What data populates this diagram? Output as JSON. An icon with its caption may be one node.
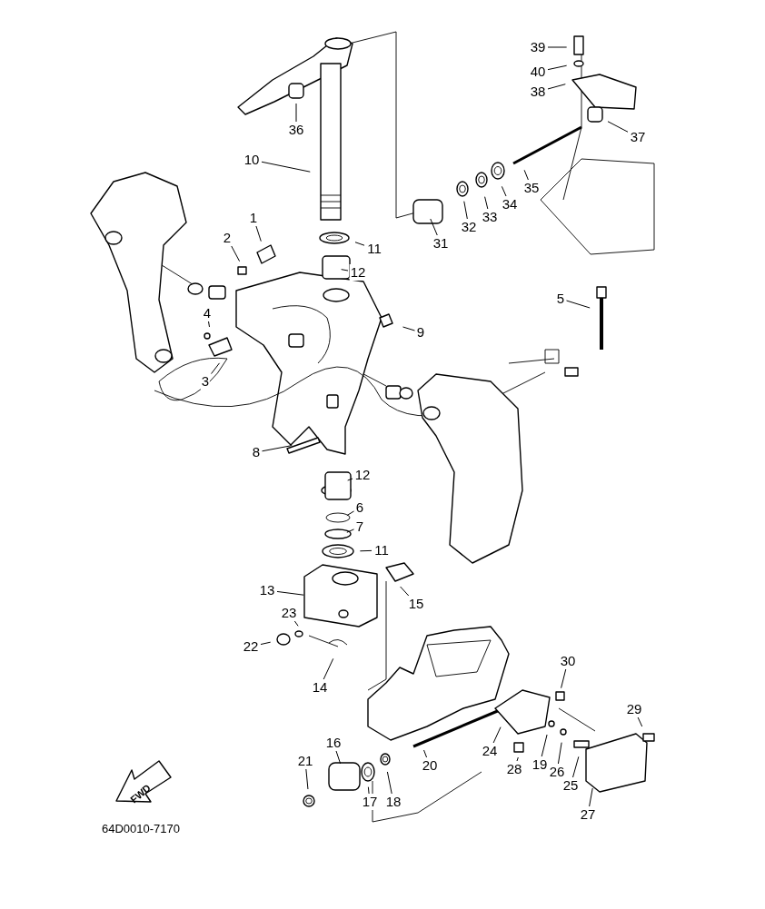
{
  "diagram": {
    "nodes": [
      {
        "text": [
          "36"
        ]
      },
      {
        "text": [
          "10"
        ]
      },
      {
        "text": [
          "1"
        ]
      },
      {
        "text": [
          "2"
        ]
      },
      {
        "text": [
          "11"
        ]
      },
      {
        "text": [
          "12"
        ]
      },
      {
        "text": [
          "4"
        ]
      },
      {
        "text": [
          "9"
        ]
      },
      {
        "text": [
          "3"
        ]
      },
      {
        "text": [
          "8"
        ]
      },
      {
        "text": [
          "5"
        ]
      },
      {
        "text": [
          "39"
        ]
      },
      {
        "text": [
          "40"
        ]
      },
      {
        "text": [
          "38"
        ]
      },
      {
        "text": [
          "37"
        ]
      },
      {
        "text": [
          "35"
        ]
      },
      {
        "text": [
          "31"
        ]
      },
      {
        "text": [
          "32"
        ]
      },
      {
        "text": [
          "33"
        ]
      },
      {
        "text": [
          "34"
        ]
      },
      {
        "text": [
          "12"
        ]
      },
      {
        "text": [
          "6"
        ]
      },
      {
        "text": [
          "7"
        ]
      },
      {
        "text": [
          "11"
        ]
      },
      {
        "text": [
          "13"
        ]
      },
      {
        "text": [
          "15"
        ]
      },
      {
        "text": [
          "23"
        ]
      },
      {
        "text": [
          "22"
        ]
      },
      {
        "text": [
          "14"
        ]
      },
      {
        "text": [
          "30"
        ]
      },
      {
        "text": [
          "29"
        ]
      },
      {
        "text": [
          "16"
        ]
      },
      {
        "text": [
          "21"
        ]
      },
      {
        "text": [
          "17"
        ]
      },
      {
        "text": [
          "18"
        ]
      },
      {
        "text": [
          "20"
        ]
      },
      {
        "text": [
          "24"
        ]
      },
      {
        "text": [
          "28"
        ]
      },
      {
        "text": [
          "19"
        ]
      },
      {
        "text": [
          "26"
        ]
      },
      {
        "text": [
          "25"
        ]
      },
      {
        "text": [
          "27"
        ]
      }
    ],
    "edges": [
      {
        "from": 0,
        "to": null,
        "arrow": "none"
      },
      {
        "from": 1,
        "to": null,
        "arrow": "none"
      },
      {
        "from": 2,
        "to": null,
        "arrow": "none"
      },
      {
        "from": 3,
        "to": null,
        "arrow": "none"
      },
      {
        "from": 4,
        "to": null,
        "arrow": "none"
      },
      {
        "from": 5,
        "to": null,
        "arrow": "none"
      },
      {
        "from": 6,
        "to": null,
        "arrow": "none"
      },
      {
        "from": 7,
        "to": null,
        "arrow": "none"
      },
      {
        "from": 8,
        "to": null,
        "arrow": "none"
      },
      {
        "from": 9,
        "to": null,
        "arrow": "none"
      },
      {
        "from": 10,
        "to": null,
        "arrow": "none"
      },
      {
        "from": 11,
        "to": null,
        "arrow": "none"
      },
      {
        "from": 12,
        "to": null,
        "arrow": "none"
      },
      {
        "from": 13,
        "to": null,
        "arrow": "none"
      },
      {
        "from": 14,
        "to": null,
        "arrow": "none"
      },
      {
        "from": 15,
        "to": null,
        "arrow": "none"
      },
      {
        "from": 16,
        "to": null,
        "arrow": "none"
      },
      {
        "from": 17,
        "to": null,
        "arrow": "none"
      },
      {
        "from": 18,
        "to": null,
        "arrow": "none"
      },
      {
        "from": 19,
        "to": null,
        "arrow": "none"
      },
      {
        "from": 20,
        "to": null,
        "arrow": "none"
      },
      {
        "from": 21,
        "to": null,
        "arrow": "none"
      },
      {
        "from": 22,
        "to": null,
        "arrow": "none"
      },
      {
        "from": 23,
        "to": null,
        "arrow": "none"
      },
      {
        "from": 24,
        "to": null,
        "arrow": "none"
      },
      {
        "from": 25,
        "to": null,
        "arrow": "none"
      },
      {
        "from": 26,
        "to": null,
        "arrow": "none"
      },
      {
        "from": 27,
        "to": null,
        "arrow": "none"
      },
      {
        "from": 28,
        "to": null,
        "arrow": "none"
      },
      {
        "from": 29,
        "to": null,
        "arrow": "none"
      },
      {
        "from": 30,
        "to": null,
        "arrow": "none"
      },
      {
        "from": 31,
        "to": null,
        "arrow": "none"
      },
      {
        "from": 32,
        "to": null,
        "arrow": "none"
      },
      {
        "from": 33,
        "to": null,
        "arrow": "none"
      },
      {
        "from": 34,
        "to": null,
        "arrow": "none"
      },
      {
        "from": 35,
        "to": null,
        "arrow": "none"
      },
      {
        "from": 36,
        "to": null,
        "arrow": "none"
      },
      {
        "from": 37,
        "to": null,
        "arrow": "none"
      },
      {
        "from": 38,
        "to": null,
        "arrow": "none"
      },
      {
        "from": 39,
        "to": null,
        "arrow": "none"
      },
      {
        "from": 40,
        "to": null,
        "arrow": "none"
      },
      {
        "from": 41,
        "to": null,
        "arrow": "none"
      }
    ],
    "labels": [
      "FWD",
      "64D0010-7170"
    ]
  }
}
